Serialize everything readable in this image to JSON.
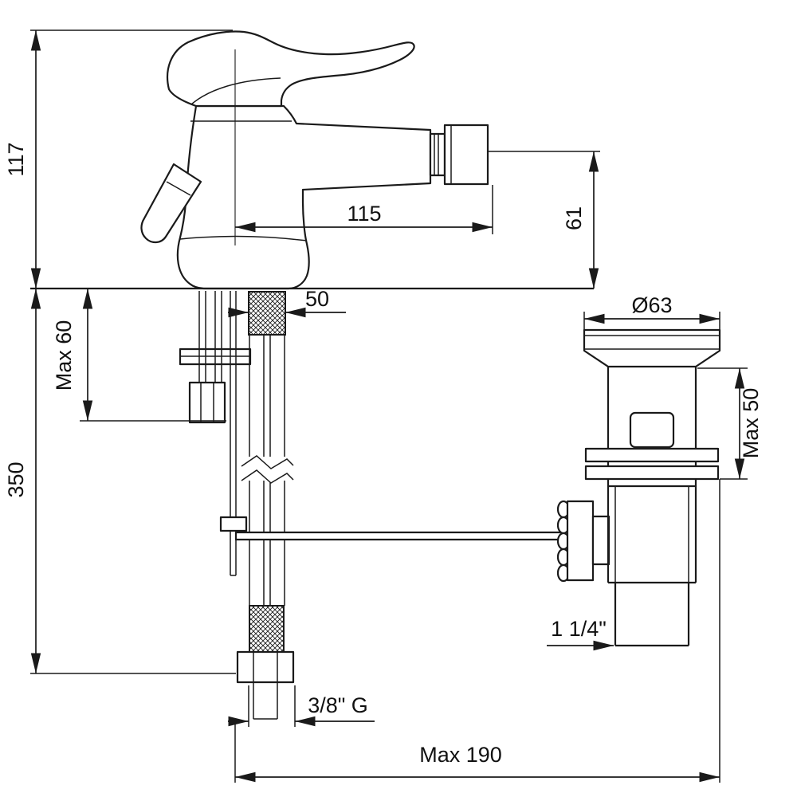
{
  "drawing": {
    "type": "technical-dimension-drawing",
    "subject": "bidet single-lever mixer tap with pop-up waste",
    "line_color": "#1a1a1a",
    "background": "#ffffff"
  },
  "dimensions": {
    "total_height": "117",
    "spout_reach": "115",
    "spout_height": "61",
    "shank_width": "50",
    "max_deck_thickness": "Max 60",
    "hose_length": "350",
    "waste_diameter": "Ø63",
    "waste_max_deck": "Max 50",
    "waste_thread": "1 1/4\"",
    "hose_thread": "3/8\" G",
    "max_rod_reach": "Max 190"
  }
}
